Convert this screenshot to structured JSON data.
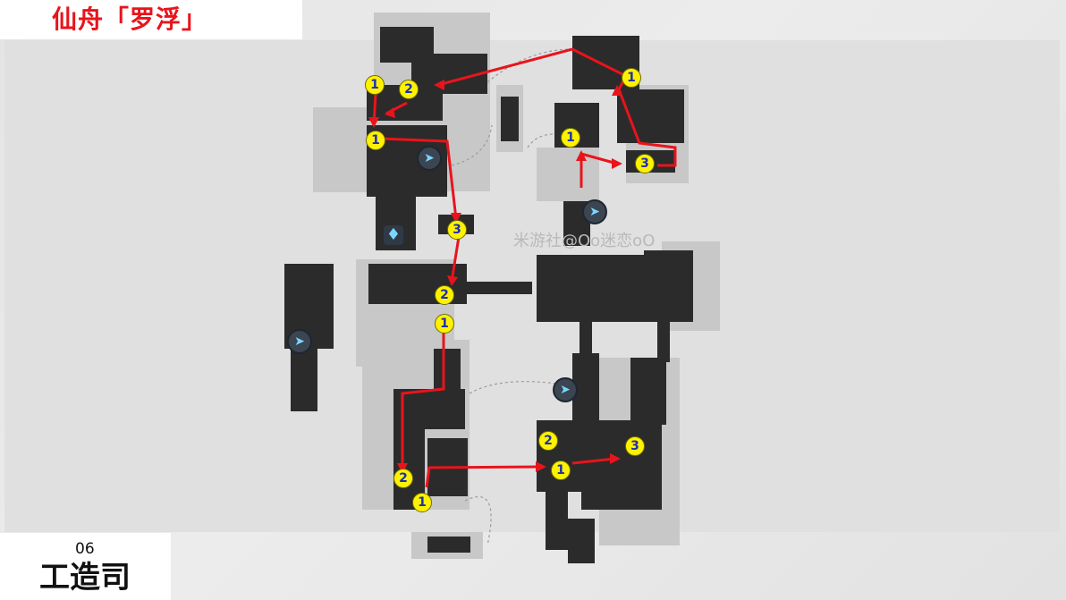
{
  "header": {
    "title": "仙舟「罗浮」"
  },
  "footer": {
    "number": "06",
    "name": "工造司"
  },
  "watermark": "米游社@Oo迷恋oO",
  "markers": [
    {
      "id": "m1",
      "label": "1"
    },
    {
      "id": "m2",
      "label": "2"
    },
    {
      "id": "m3",
      "label": "1"
    },
    {
      "id": "m4",
      "label": "3"
    },
    {
      "id": "m5",
      "label": "2"
    },
    {
      "id": "m6",
      "label": "1"
    },
    {
      "id": "m7",
      "label": "2"
    },
    {
      "id": "m8",
      "label": "1"
    },
    {
      "id": "m9",
      "label": "1"
    },
    {
      "id": "m10",
      "label": "1"
    },
    {
      "id": "m11",
      "label": "3"
    },
    {
      "id": "m12",
      "label": "2"
    },
    {
      "id": "m13",
      "label": "1"
    },
    {
      "id": "m14",
      "label": "3"
    }
  ],
  "icons": {
    "teleport": "space-anchor-icon",
    "anchor": "calyx-icon"
  },
  "colors": {
    "route": "#e8141c",
    "marker_fill": "#fff200",
    "marker_text": "#1d2fb0",
    "room": "#2b2b2b",
    "corridor": "#c9c9c9"
  }
}
